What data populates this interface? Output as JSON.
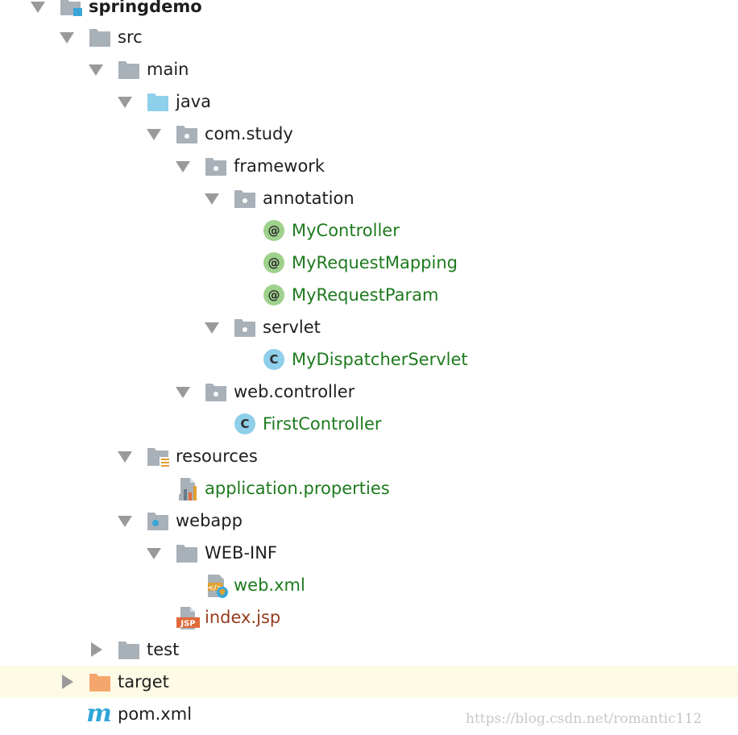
{
  "tree": {
    "items": [
      {
        "label": "springdemo",
        "icon": "module-icon",
        "expanded": true
      },
      {
        "label": "src",
        "icon": "folder-icon",
        "expanded": true
      },
      {
        "label": "main",
        "icon": "folder-icon",
        "expanded": true
      },
      {
        "label": "java",
        "icon": "source-root-folder-icon",
        "expanded": true
      },
      {
        "label": "com.study",
        "icon": "package-icon",
        "expanded": true
      },
      {
        "label": "framework",
        "icon": "package-icon",
        "expanded": true
      },
      {
        "label": "annotation",
        "icon": "package-icon",
        "expanded": true
      },
      {
        "label": "MyController",
        "icon": "annotation-icon"
      },
      {
        "label": "MyRequestMapping",
        "icon": "annotation-icon"
      },
      {
        "label": "MyRequestParam",
        "icon": "annotation-icon"
      },
      {
        "label": "servlet",
        "icon": "package-icon",
        "expanded": true
      },
      {
        "label": "MyDispatcherServlet",
        "icon": "class-icon"
      },
      {
        "label": "web.controller",
        "icon": "package-icon",
        "expanded": true
      },
      {
        "label": "FirstController",
        "icon": "class-icon"
      },
      {
        "label": "resources",
        "icon": "resources-folder-icon",
        "expanded": true
      },
      {
        "label": "application.properties",
        "icon": "properties-file-icon"
      },
      {
        "label": "webapp",
        "icon": "web-folder-icon",
        "expanded": true
      },
      {
        "label": "WEB-INF",
        "icon": "folder-icon",
        "expanded": true
      },
      {
        "label": "web.xml",
        "icon": "web-xml-file-icon"
      },
      {
        "label": "index.jsp",
        "icon": "jsp-file-icon"
      },
      {
        "label": "test",
        "icon": "folder-icon",
        "expanded": false
      },
      {
        "label": "target",
        "icon": "excluded-folder-icon",
        "expanded": false,
        "selected": true
      },
      {
        "label": "pom.xml",
        "icon": "maven-icon"
      }
    ]
  },
  "watermark": "https://blog.csdn.net/romantic112",
  "colors": {
    "folder": "#a8b0b8",
    "source_root": "#8ecfe9",
    "excluded": "#f5a66d",
    "annotation": "#9ed18c",
    "class": "#8ecfe9",
    "file_green": "#1e7a1e",
    "file_brown": "#963c1e",
    "selection": "#fdfbe6"
  }
}
